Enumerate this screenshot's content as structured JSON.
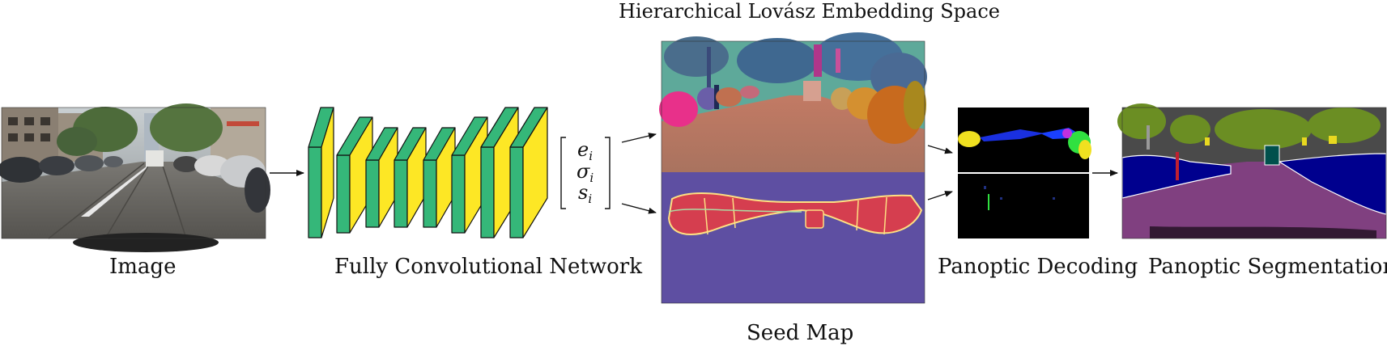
{
  "diagram": {
    "title": "Hierarchical Lovász Embedding Space",
    "stages": {
      "image_label": "Image",
      "fcn_label": "Fully Convolutional Network",
      "seed_map_label": "Seed Map",
      "decoding_label": "Panoptic Decoding",
      "segmentation_label": "Panoptic Segmentation"
    },
    "outputs": {
      "embedding": "e",
      "embedding_sub": "i",
      "sigma": "σ",
      "sigma_sub": "i",
      "seed": "s",
      "seed_sub": "i"
    },
    "colors": {
      "fcn_front": "#fde725",
      "fcn_side": "#35b779",
      "seed_background": "#5e4fa2",
      "seed_instance": "#d53e4f",
      "road_embedding": "#b46e5a",
      "panoptic_road": "#804080",
      "panoptic_car": "#00008e",
      "panoptic_vegetation": "#6b8e23",
      "panoptic_sky": "#4a4a4a"
    }
  }
}
